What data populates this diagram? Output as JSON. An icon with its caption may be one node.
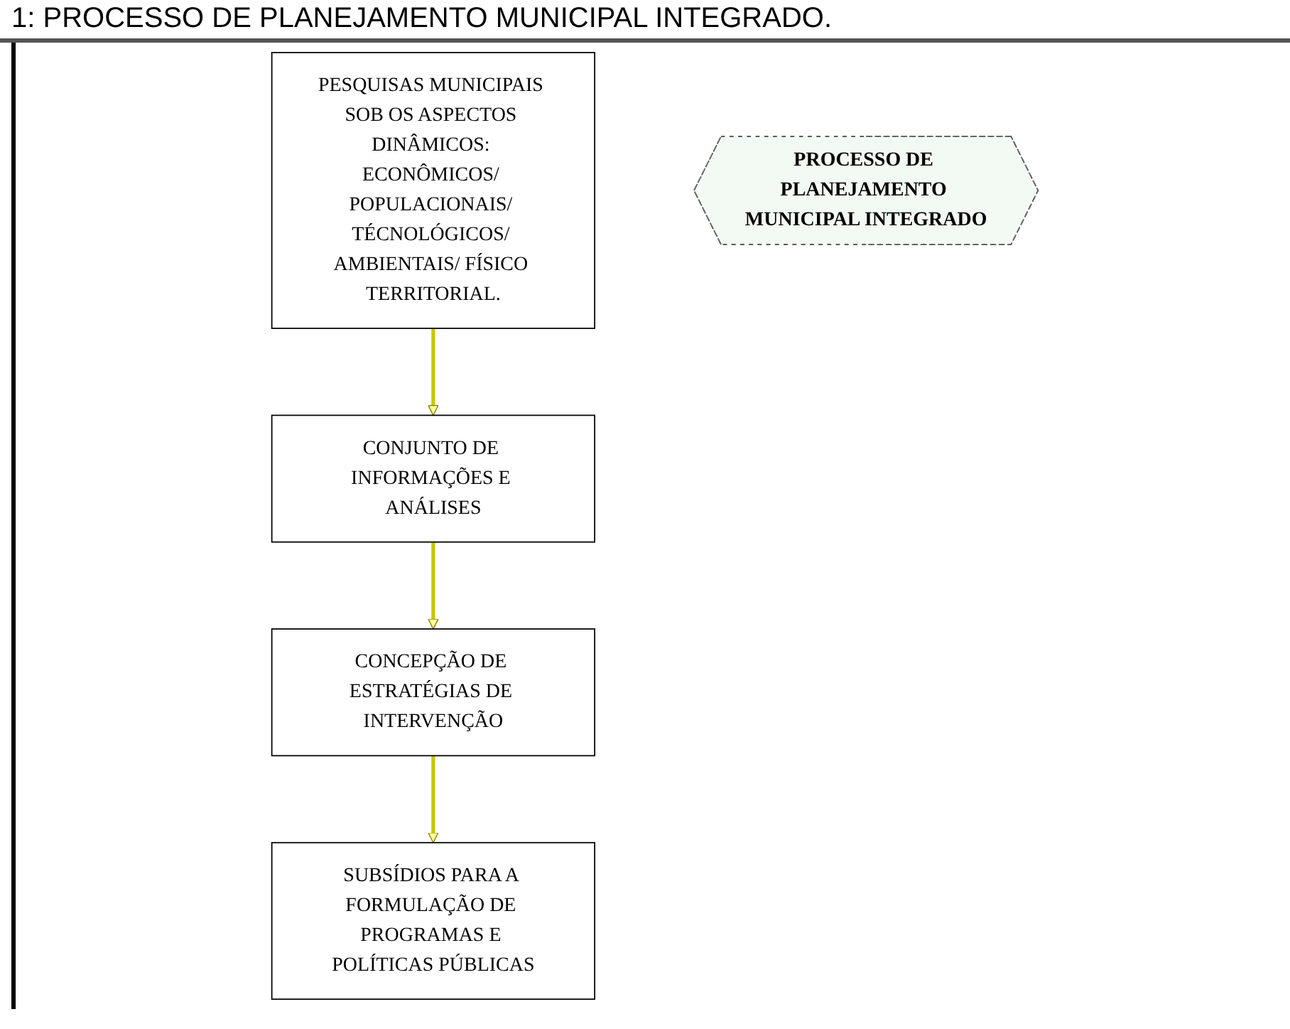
{
  "diagram": {
    "title": "1: PROCESSO DE PLANEJAMENTO MUNICIPAL INTEGRADO.",
    "nodes": [
      {
        "text": [
          "PESQUISAS MUNICIPAIS SOB OS ASPECTOS DINÂMICOS: ECONÔMICOS/ POPULACIONAIS/ TÉCNOLÓGICOS/ AMBIENTAIS/ FÍSICO TERRITORIAL."
        ]
      },
      {
        "text": [
          "SUBSÍDIOS PARA A FORMULAÇÃO DE PROGRAMAS E POLÍTICAS PÚBLICAS"
        ]
      },
      {
        "text": [
          "PROCESSO DE PLANEJAMENTO MUNICIPAL INTEGRADO"
        ]
      },
      {
        "text": [
          "CONJUNTO DE INFORMAÇÕES E ANÁLISES"
        ]
      },
      {
        "text": [
          "CONCEPÇÃO DE ESTRATÉGIAS DE INTERVENÇÃO"
        ]
      }
    ],
    "edges": [
      {
        "from": 0,
        "to": 3,
        "arrow": "to"
      },
      {
        "from": 3,
        "to": 4,
        "arrow": "to"
      },
      {
        "from": 4,
        "to": 1,
        "arrow": "to"
      }
    ]
  }
}
